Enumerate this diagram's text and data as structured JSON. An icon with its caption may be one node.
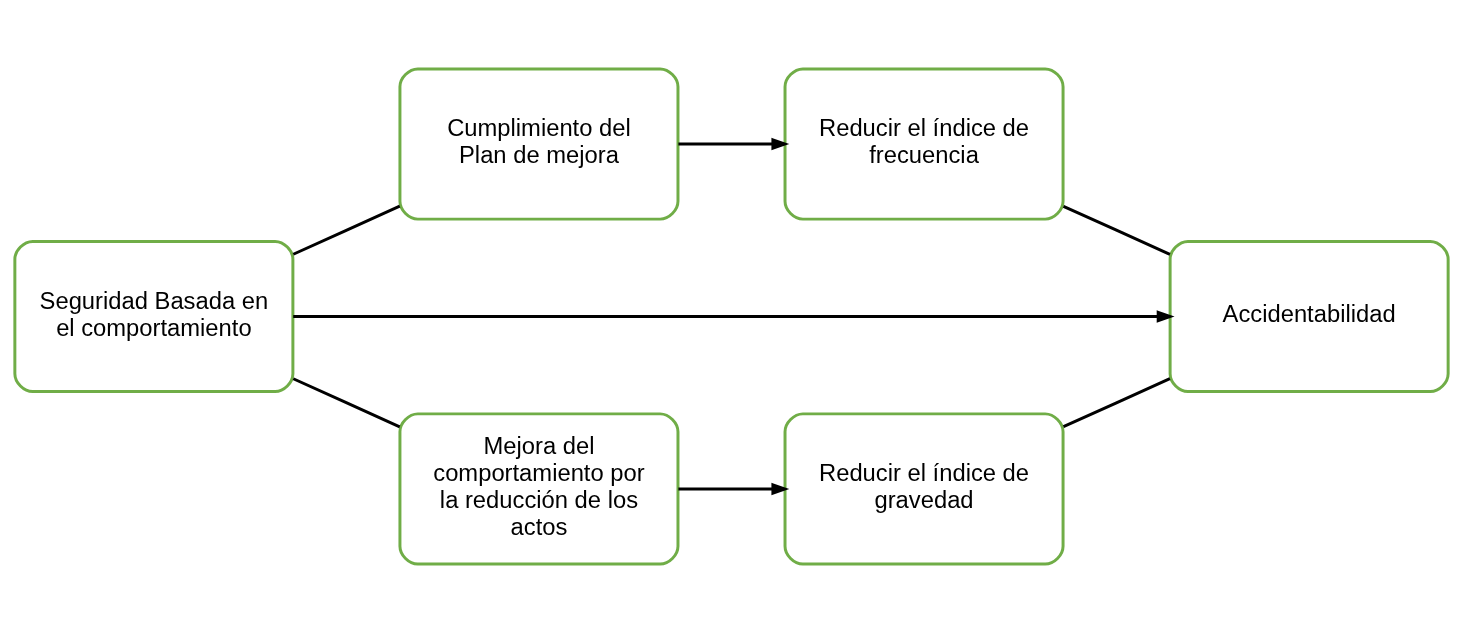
{
  "diagram": {
    "nodes": [
      {
        "text": [
          "Seguridad Basada en el comportamiento"
        ]
      },
      {
        "text": [
          "Cumplimiento del Plan de mejora"
        ]
      },
      {
        "text": [
          "Reducir el índice de frecuencia"
        ]
      },
      {
        "text": [
          "Accidentabilidad"
        ]
      },
      {
        "text": [
          "Mejora del comportamiento por la reducción de los actos"
        ]
      },
      {
        "text": [
          "Reducir el índice de gravedad"
        ]
      }
    ],
    "edges": [
      {
        "from": 0,
        "to": 1,
        "arrow": "none"
      },
      {
        "from": 1,
        "to": 2,
        "arrow": "to"
      },
      {
        "from": 2,
        "to": 3,
        "arrow": "none"
      },
      {
        "from": 0,
        "to": 3,
        "arrow": "to"
      },
      {
        "from": 0,
        "to": 4,
        "arrow": "none"
      },
      {
        "from": 4,
        "to": 5,
        "arrow": "to"
      },
      {
        "from": 5,
        "to": 3,
        "arrow": "none"
      }
    ]
  }
}
